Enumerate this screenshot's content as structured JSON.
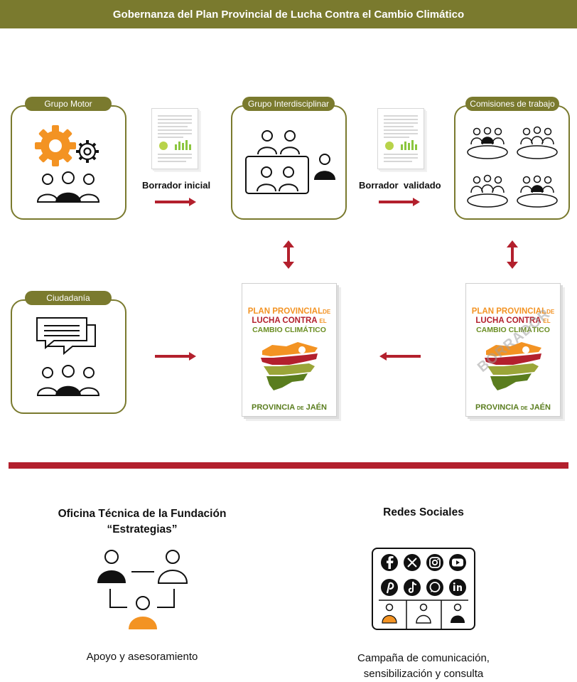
{
  "header": {
    "title": "Gobernanza del Plan Provincial de Lucha Contra el Cambio Climático"
  },
  "diagram": {
    "grupo_motor": {
      "label": "Grupo Motor"
    },
    "grupo_interdisciplinar": {
      "label": "Grupo Interdisciplinar"
    },
    "comisiones": {
      "label": "Comisiones de trabajo"
    },
    "ciudadania": {
      "label": "Ciudadanía"
    },
    "borrador_inicial": "Borrador inicial",
    "borrador_validado": "Borrador  validado",
    "poster": {
      "line1a": "PLAN PROVINCIAL",
      "line1b": "DE",
      "line2a": "LUCHA CONTRA",
      "line2b": "EL",
      "line3": "CAMBIO CLIMÁTICO",
      "footer_a": "PROVINCIA",
      "footer_b": "DE",
      "footer_c": "JAÉN",
      "watermark": "BORRADOR"
    }
  },
  "bottom": {
    "oficina_title_1": "Oficina Técnica de la Fundación",
    "oficina_title_2": "“Estrategias”",
    "oficina_caption": "Apoyo y asesoramiento",
    "redes_title": "Redes Sociales",
    "redes_caption_1": "Campaña de comunicación,",
    "redes_caption_2": "sensibilización y consulta",
    "social_icons": [
      "facebook-icon",
      "x-icon",
      "instagram-icon",
      "youtube-icon",
      "pinterest-icon",
      "tiktok-icon",
      "whatsapp-icon",
      "linkedin-icon"
    ]
  },
  "colors": {
    "olive": "#7a7a2e",
    "red": "#b3202d",
    "orange": "#f39323",
    "green": "#5a7d1e"
  }
}
